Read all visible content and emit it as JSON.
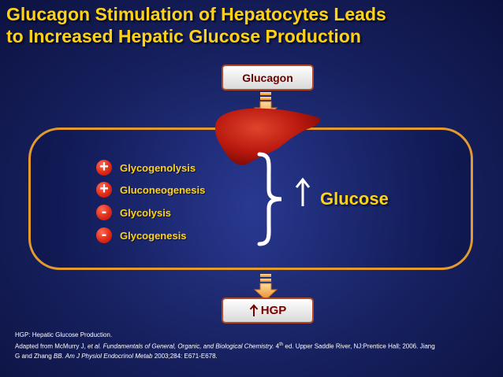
{
  "title": {
    "line1": "Glucagon Stimulation of Hepatocytes Leads",
    "line2": "to Increased Hepatic Glucose Production"
  },
  "glucagon_box": {
    "label": "Glucagon"
  },
  "processes": [
    {
      "sign": "+",
      "label": "Glycogenolysis"
    },
    {
      "sign": "+",
      "label": "Gluconeogenesis"
    },
    {
      "sign": "-",
      "label": "Glycolysis"
    },
    {
      "sign": "-",
      "label": "Glycogenesis"
    }
  ],
  "result": {
    "label": "Glucose",
    "arrow_icon": "up-arrow-icon"
  },
  "hgp_box": {
    "label": "HGP",
    "arrow_icon": "up-arrow-icon"
  },
  "footnote": {
    "line1": "HGP: Hepatic Glucose Production.",
    "ref1_prefix": "Adapted from McMurry J, ",
    "ref1_etal": "et al. Fundamentals of General, Organic, and Biological Chemistry.",
    "ref1_ed_num": " 4",
    "ref1_ed_sup": "th",
    "ref1_rest": " ed. Upper Saddle River, NJ:Prentice Hall; 2006. Jiang",
    "ref2_prefix": "G and Zhang ",
    "ref2_journal": "BB. Am J Physiol Endocrinol Metab",
    "ref2_rest": " 2003;284: E671-E678."
  },
  "colors": {
    "title": "#ffd21a",
    "background": "#1b2568",
    "box_border": "#e39a2e",
    "liver": "#b8180e",
    "sign": "#e02b18",
    "arrow": "#f2a13a"
  }
}
